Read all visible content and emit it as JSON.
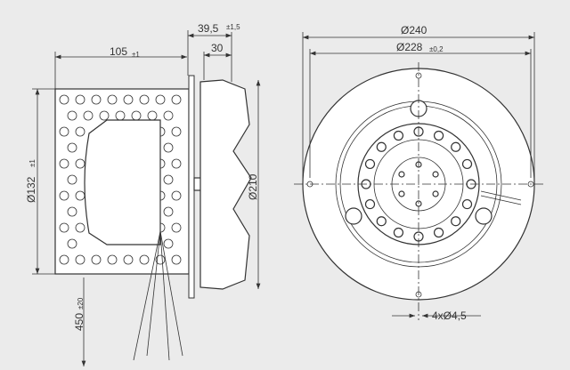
{
  "dimensions": {
    "length_105": {
      "value": "105",
      "tol": "±1"
    },
    "offset_39_5": {
      "value": "39,5",
      "tol": "±1,5"
    },
    "depth_30": {
      "value": "30"
    },
    "dia_132": {
      "value": "Ø132",
      "tol": "±1"
    },
    "cable_450": {
      "value": "450",
      "tol": "±20"
    },
    "dia_210": {
      "value": "Ø210"
    },
    "dia_240": {
      "value": "Ø240"
    },
    "dia_228": {
      "value": "Ø228",
      "tol": "±0,2"
    },
    "holes": {
      "value": "4xØ4,5"
    }
  },
  "colors": {
    "background": "#ebebeb",
    "line": "#333333",
    "fill": "#ffffff"
  }
}
